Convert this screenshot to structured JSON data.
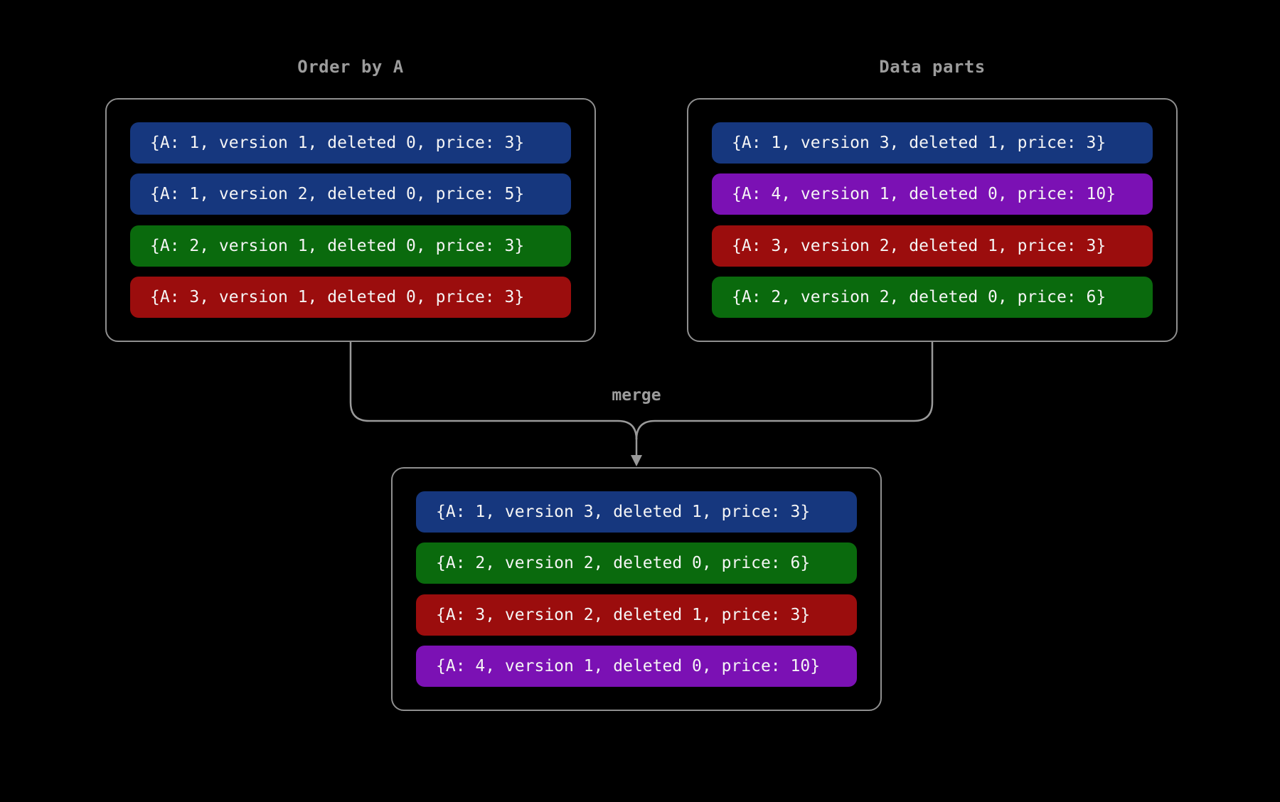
{
  "diagram": {
    "merge_label": "merge",
    "colors": {
      "background": "#000000",
      "box_border": "#8f8f8f",
      "connector": "#9a9a9a",
      "title_text": "#9c9c9c",
      "row_text": "#f5f5f5",
      "blue": "#16377e",
      "green": "#0a6a0d",
      "red": "#9b0d0d",
      "purple": "#7b11b4"
    },
    "panels": {
      "order_by_a": {
        "title": "Order by A",
        "rows": [
          {
            "text": "{A: 1, version 1, deleted 0, price: 3}",
            "color": "blue"
          },
          {
            "text": "{A: 1, version 2, deleted 0, price: 5}",
            "color": "blue"
          },
          {
            "text": "{A: 2, version 1, deleted 0, price: 3}",
            "color": "green"
          },
          {
            "text": "{A: 3, version 1, deleted 0, price: 3}",
            "color": "red"
          }
        ]
      },
      "data_parts": {
        "title": "Data parts",
        "rows": [
          {
            "text": "{A: 1, version 3, deleted 1, price: 3}",
            "color": "blue"
          },
          {
            "text": "{A: 4, version 1, deleted 0, price: 10}",
            "color": "purple"
          },
          {
            "text": "{A: 3, version 2, deleted 1, price: 3}",
            "color": "red"
          },
          {
            "text": "{A: 2, version 2, deleted 0, price: 6}",
            "color": "green"
          }
        ]
      },
      "merged": {
        "rows": [
          {
            "text": "{A: 1, version 3, deleted 1, price: 3}",
            "color": "blue"
          },
          {
            "text": "{A: 2, version 2, deleted 0, price: 6}",
            "color": "green"
          },
          {
            "text": "{A: 3, version 2, deleted 1, price: 3}",
            "color": "red"
          },
          {
            "text": "{A: 4, version 1, deleted 0, price: 10}",
            "color": "purple"
          }
        ]
      }
    }
  }
}
